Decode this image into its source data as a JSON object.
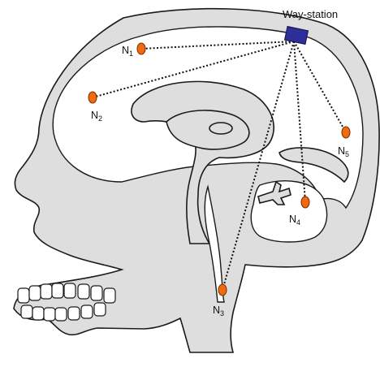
{
  "colors": {
    "skull_fill": "#dedede",
    "skull_stroke": "#1a1a1a",
    "cavity_fill": "#ffffff",
    "node_fill": "#f06a10",
    "node_stroke": "#7a2e00",
    "station_fill": "#2e2e99",
    "station_stroke": "#10104a",
    "link_color": "#111111"
  },
  "way_station": {
    "label": "Way-station"
  },
  "nodes": [
    {
      "id": "n1",
      "main": "N",
      "sub": "1"
    },
    {
      "id": "n2",
      "main": "N",
      "sub": "2"
    },
    {
      "id": "n3",
      "main": "N",
      "sub": "3"
    },
    {
      "id": "n4",
      "main": "N",
      "sub": "4"
    },
    {
      "id": "n5",
      "main": "N",
      "sub": "5"
    }
  ]
}
